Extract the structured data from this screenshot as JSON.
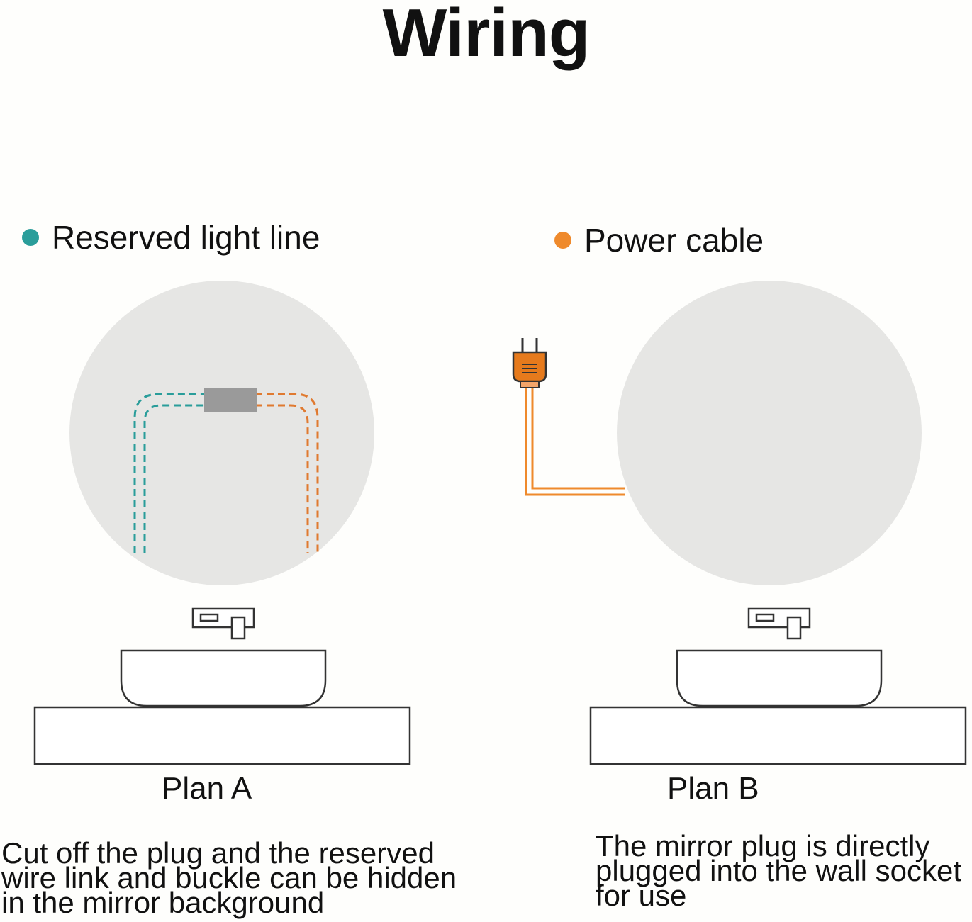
{
  "title": "Wiring",
  "legend": [
    {
      "label": "Reserved light line",
      "color": "#2a9d9a"
    },
    {
      "label": "Power cable",
      "color": "#ef8a2c"
    }
  ],
  "plans": [
    {
      "label": "Plan A",
      "description": [
        "Cut off the plug and the reserved",
        "wire link and buckle can be hidden",
        "in the mirror background"
      ]
    },
    {
      "label": "Plan B",
      "description": [
        "The mirror plug is directly",
        "plugged into the wall socket",
        "for use"
      ]
    }
  ],
  "colors": {
    "mirror": "#e6e6e4",
    "buckle": "#9a9a9a",
    "outline": "#333333"
  },
  "icons": [
    "plug-icon",
    "faucet-icon"
  ]
}
